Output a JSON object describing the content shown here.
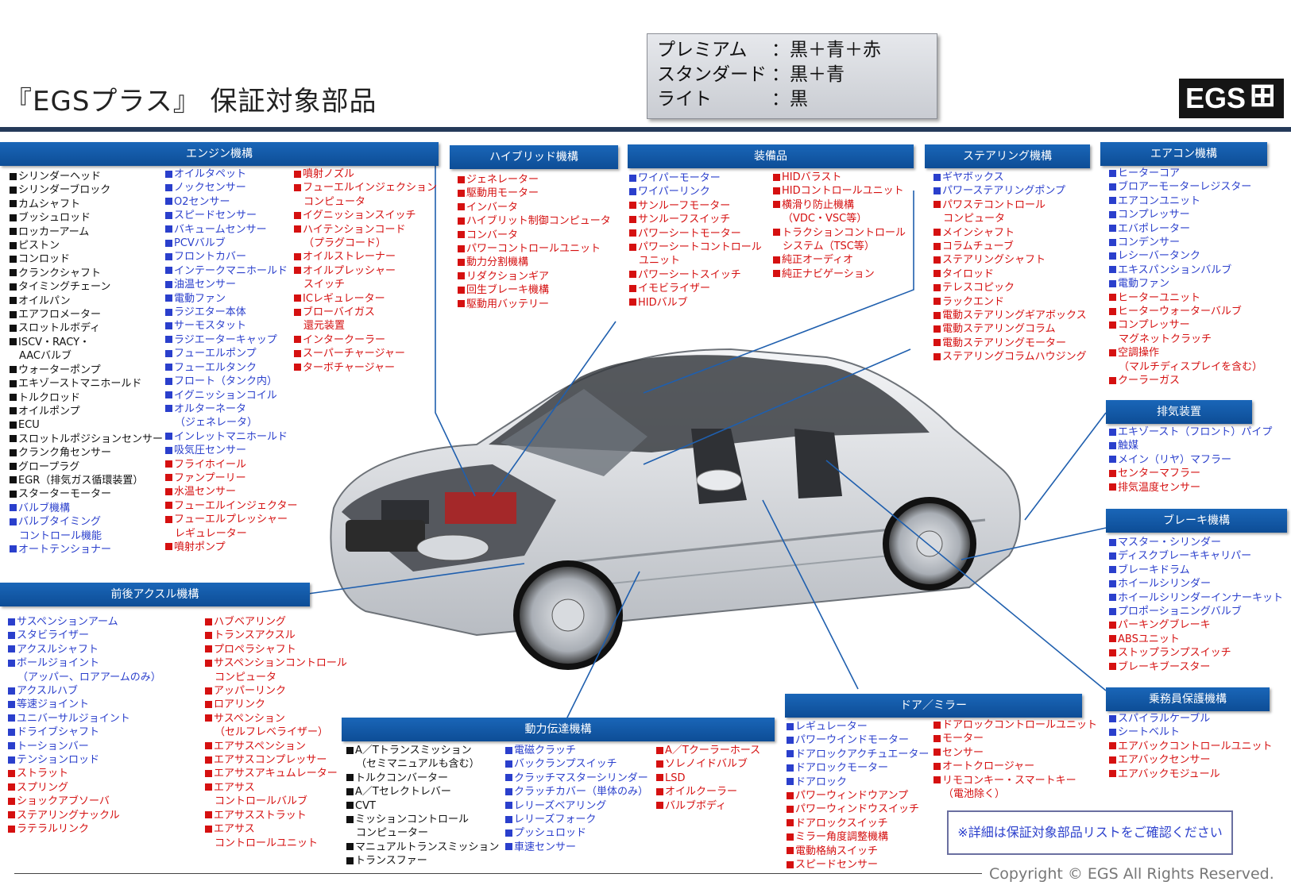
{
  "title": "『EGSプラス』 保証対象部品",
  "legend": [
    {
      "key": "プレミアム",
      "value": "：黒＋青＋赤"
    },
    {
      "key": "スタンダード",
      "value": "：黒＋青"
    },
    {
      "key": "ライト",
      "value": "：黒"
    }
  ],
  "logo": {
    "text": "EGS",
    "icon": "plus-car-icon"
  },
  "colors": {
    "black": "#111111",
    "blue": "#2a3fcc",
    "red": "#d51010",
    "header": "#1a5fad",
    "rule": "#253a5a"
  },
  "sections": {
    "engine": {
      "title": "エンジン機構",
      "cols": [
        [
          [
            "k",
            "シリンダーヘッド"
          ],
          [
            "k",
            "シリンダーブロック"
          ],
          [
            "k",
            "カムシャフト"
          ],
          [
            "k",
            "ブッシュロッド"
          ],
          [
            "k",
            "ロッカーアーム"
          ],
          [
            "k",
            "ピストン"
          ],
          [
            "k",
            "コンロッド"
          ],
          [
            "k",
            "クランクシャフト"
          ],
          [
            "k",
            "タイミングチェーン"
          ],
          [
            "k",
            "オイルパン"
          ],
          [
            "k",
            "エアフロメーター"
          ],
          [
            "k",
            "スロットルボディ"
          ],
          [
            "k",
            "ISCV・RACY・"
          ],
          [
            "kc",
            "AACバルブ"
          ],
          [
            "k",
            "ウォーターポンプ"
          ],
          [
            "k",
            "エキゾーストマニホールド"
          ],
          [
            "k",
            "トルクロッド"
          ],
          [
            "k",
            "オイルポンプ"
          ],
          [
            "k",
            "ECU"
          ],
          [
            "k",
            "スロットルポジションセンサー"
          ],
          [
            "k",
            "クランク角センサー"
          ],
          [
            "k",
            "グロープラグ"
          ],
          [
            "k",
            "EGR（排気ガス循環装置）"
          ],
          [
            "k",
            "スターターモーター"
          ],
          [
            "b",
            "バルブ機構"
          ],
          [
            "b",
            "バルブタイミング"
          ],
          [
            "bc",
            "コントロール機能"
          ],
          [
            "b",
            "オートテンショナー"
          ]
        ],
        [
          [
            "b",
            "オイルタペット"
          ],
          [
            "b",
            "ノックセンサー"
          ],
          [
            "b",
            "O2センサー"
          ],
          [
            "b",
            "スピードセンサー"
          ],
          [
            "b",
            "バキュームセンサー"
          ],
          [
            "b",
            "PCVバルブ"
          ],
          [
            "b",
            "フロントカバー"
          ],
          [
            "b",
            "インテークマニホールド"
          ],
          [
            "b",
            "油温センサー"
          ],
          [
            "b",
            "電動ファン"
          ],
          [
            "b",
            "ラジエター本体"
          ],
          [
            "b",
            "サーモスタット"
          ],
          [
            "b",
            "ラジエーターキャップ"
          ],
          [
            "b",
            "フューエルポンプ"
          ],
          [
            "b",
            "フューエルタンク"
          ],
          [
            "b",
            "フロート（タンク内）"
          ],
          [
            "b",
            "イグニッションコイル"
          ],
          [
            "b",
            "オルターネータ"
          ],
          [
            "bc",
            "（ジェネレータ）"
          ],
          [
            "b",
            "インレットマニホールド"
          ],
          [
            "b",
            "吸気圧センサー"
          ],
          [
            "r",
            "フライホイール"
          ],
          [
            "r",
            "ファンプーリー"
          ],
          [
            "r",
            "水温センサー"
          ],
          [
            "r",
            "フューエルインジェクター"
          ],
          [
            "r",
            "フューエルプレッシャー"
          ],
          [
            "rc",
            "レギュレーター"
          ],
          [
            "r",
            "噴射ポンプ"
          ]
        ],
        [
          [
            "r",
            "噴射ノズル"
          ],
          [
            "r",
            "フューエルインジェクション"
          ],
          [
            "rc",
            "コンピュータ"
          ],
          [
            "r",
            "イグニッションスイッチ"
          ],
          [
            "r",
            "ハイテンションコード"
          ],
          [
            "rc",
            "（プラグコード）"
          ],
          [
            "r",
            "オイルストレーナー"
          ],
          [
            "r",
            "オイルプレッシャー"
          ],
          [
            "rc",
            "スイッチ"
          ],
          [
            "r",
            "ICレギュレーター"
          ],
          [
            "r",
            "ブローバイガス"
          ],
          [
            "rc",
            "還元装置"
          ],
          [
            "r",
            "インタークーラー"
          ],
          [
            "r",
            "スーパーチャージャー"
          ],
          [
            "r",
            "ターボチャージャー"
          ]
        ]
      ]
    },
    "hybrid": {
      "title": "ハイブリッド機構",
      "cols": [
        [
          [
            "r",
            "ジェネレーター"
          ],
          [
            "r",
            "駆動用モーター"
          ],
          [
            "r",
            "インバータ"
          ],
          [
            "r",
            "ハイブリット制御コンピュータ"
          ],
          [
            "r",
            "コンバータ"
          ],
          [
            "r",
            "パワーコントロールユニット"
          ],
          [
            "r",
            "動力分割機構"
          ],
          [
            "r",
            "リダクションギア"
          ],
          [
            "r",
            "回生ブレーキ機構"
          ],
          [
            "r",
            "駆動用バッテリー"
          ]
        ]
      ]
    },
    "equipment": {
      "title": "装備品",
      "cols": [
        [
          [
            "b",
            "ワイパーモーター"
          ],
          [
            "b",
            "ワイパーリンク"
          ],
          [
            "r",
            "サンルーフモーター"
          ],
          [
            "r",
            "サンルーフスイッチ"
          ],
          [
            "r",
            "パワーシートモーター"
          ],
          [
            "r",
            "パワーシートコントロール"
          ],
          [
            "rc",
            "ユニット"
          ],
          [
            "r",
            "パワーシートスイッチ"
          ],
          [
            "r",
            "イモビライザー"
          ],
          [
            "r",
            "HIDバルブ"
          ]
        ],
        [
          [
            "r",
            "HIDバラスト"
          ],
          [
            "r",
            "HIDコントロールユニット"
          ],
          [
            "r",
            "横滑り防止機構"
          ],
          [
            "rc",
            "（VDC・VSC等）"
          ],
          [
            "r",
            "トラクションコントロール"
          ],
          [
            "rc",
            "システム（TSC等）"
          ],
          [
            "r",
            "純正オーディオ"
          ],
          [
            "r",
            "純正ナビゲーション"
          ]
        ]
      ]
    },
    "steering": {
      "title": "ステアリング機構",
      "cols": [
        [
          [
            "b",
            "ギヤボックス"
          ],
          [
            "b",
            "パワーステアリングポンプ"
          ],
          [
            "r",
            "パワステコントロール"
          ],
          [
            "rc",
            "コンピュータ"
          ],
          [
            "r",
            "メインシャフト"
          ],
          [
            "r",
            "コラムチューブ"
          ],
          [
            "r",
            "ステアリングシャフト"
          ],
          [
            "r",
            "タイロッド"
          ],
          [
            "r",
            "テレスコピック"
          ],
          [
            "r",
            "ラックエンド"
          ],
          [
            "r",
            "電動ステアリングギアボックス"
          ],
          [
            "r",
            "電動ステアリングコラム"
          ],
          [
            "r",
            "電動ステアリングモーター"
          ],
          [
            "r",
            "ステアリングコラムハウジング"
          ]
        ]
      ]
    },
    "aircon": {
      "title": "エアコン機構",
      "cols": [
        [
          [
            "b",
            "ヒーターコア"
          ],
          [
            "b",
            "ブロアーモーターレジスター"
          ],
          [
            "b",
            "エアコンユニット"
          ],
          [
            "b",
            "コンプレッサー"
          ],
          [
            "b",
            "エバポレーター"
          ],
          [
            "b",
            "コンデンサー"
          ],
          [
            "b",
            "レシーバータンク"
          ],
          [
            "b",
            "エキスパンションバルブ"
          ],
          [
            "b",
            "電動ファン"
          ],
          [
            "r",
            "ヒーターユニット"
          ],
          [
            "r",
            "ヒーターウォーターバルブ"
          ],
          [
            "r",
            "コンプレッサー"
          ],
          [
            "rc",
            "マグネットクラッチ"
          ],
          [
            "r",
            "空調操作"
          ],
          [
            "rc",
            "（マルチディスプレイを含む）"
          ],
          [
            "r",
            "クーラーガス"
          ]
        ]
      ]
    },
    "exhaust": {
      "title": "排気装置",
      "cols": [
        [
          [
            "b",
            "エキゾースト（フロント）パイプ"
          ],
          [
            "b",
            "触媒"
          ],
          [
            "b",
            "メイン（リヤ）マフラー"
          ],
          [
            "r",
            "センターマフラー"
          ],
          [
            "r",
            "排気温度センサー"
          ]
        ]
      ]
    },
    "brake": {
      "title": "ブレーキ機構",
      "cols": [
        [
          [
            "b",
            "マスター・シリンダー"
          ],
          [
            "b",
            "ディスクブレーキキャリパー"
          ],
          [
            "b",
            "ブレーキドラム"
          ],
          [
            "b",
            "ホイールシリンダー"
          ],
          [
            "b",
            "ホイールシリンダーインナーキット"
          ],
          [
            "b",
            "プロポーショニングバルブ"
          ],
          [
            "r",
            "パーキングブレーキ"
          ],
          [
            "r",
            "ABSユニット"
          ],
          [
            "r",
            "ストップランプスイッチ"
          ],
          [
            "r",
            "ブレーキブースター"
          ]
        ]
      ]
    },
    "axle": {
      "title": "前後アクスル機構",
      "cols": [
        [
          [
            "b",
            "サスペンションアーム"
          ],
          [
            "b",
            "スタビライザー"
          ],
          [
            "b",
            "アクスルシャフト"
          ],
          [
            "b",
            "ボールジョイント"
          ],
          [
            "bc",
            "（アッパー、ロアアームのみ）"
          ],
          [
            "b",
            "アクスルハブ"
          ],
          [
            "b",
            "等速ジョイント"
          ],
          [
            "b",
            "ユニバーサルジョイント"
          ],
          [
            "b",
            "ドライブシャフト"
          ],
          [
            "b",
            "トーションバー"
          ],
          [
            "b",
            "テンションロッド"
          ],
          [
            "r",
            "ストラット"
          ],
          [
            "r",
            "スプリング"
          ],
          [
            "r",
            "ショックアブソーバ"
          ],
          [
            "r",
            "ステアリングナックル"
          ],
          [
            "r",
            "ラテラルリンク"
          ]
        ],
        [
          [
            "r",
            "ハブベアリング"
          ],
          [
            "r",
            "トランスアクスル"
          ],
          [
            "r",
            "プロペラシャフト"
          ],
          [
            "r",
            "サスペンションコントロール"
          ],
          [
            "rc",
            "コンピュータ"
          ],
          [
            "r",
            "アッパーリンク"
          ],
          [
            "r",
            "ロアリンク"
          ],
          [
            "r",
            "サスペンション"
          ],
          [
            "rc",
            "（セルフレベライザー）"
          ],
          [
            "r",
            "エアサスペンション"
          ],
          [
            "r",
            "エアサスコンプレッサー"
          ],
          [
            "r",
            "エアサスアキュムレーター"
          ],
          [
            "r",
            "エアサス"
          ],
          [
            "rc",
            "コントロールバルブ"
          ],
          [
            "r",
            "エアサスストラット"
          ],
          [
            "r",
            "エアサス"
          ],
          [
            "rc",
            "コントロールユニット"
          ]
        ]
      ]
    },
    "drivetrain": {
      "title": "動力伝達機構",
      "cols": [
        [
          [
            "k",
            "A／Tトランスミッション"
          ],
          [
            "kc",
            "（セミマニュアルも含む）"
          ],
          [
            "k",
            "トルクコンバーター"
          ],
          [
            "k",
            "A／Tセレクトレバー"
          ],
          [
            "k",
            "CVT"
          ],
          [
            "k",
            "ミッションコントロール"
          ],
          [
            "kc",
            "コンピューター"
          ],
          [
            "k",
            "マニュアルトランスミッション"
          ],
          [
            "k",
            "トランスファー"
          ]
        ],
        [
          [
            "b",
            "電磁クラッチ"
          ],
          [
            "b",
            "バックランプスイッチ"
          ],
          [
            "b",
            "クラッチマスターシリンダー"
          ],
          [
            "b",
            "クラッチカバー（単体のみ）"
          ],
          [
            "b",
            "レリーズベアリング"
          ],
          [
            "b",
            "レリーズフォーク"
          ],
          [
            "b",
            "プッシュロッド"
          ],
          [
            "b",
            "車速センサー"
          ]
        ],
        [
          [
            "r",
            "A／Tクーラーホース"
          ],
          [
            "r",
            "ソレノイドバルブ"
          ],
          [
            "r",
            "LSD"
          ],
          [
            "r",
            "オイルクーラー"
          ],
          [
            "r",
            "バルブボディ"
          ]
        ]
      ]
    },
    "door": {
      "title": "ドア／ミラー",
      "cols": [
        [
          [
            "b",
            "レギュレーター"
          ],
          [
            "b",
            "パワーウインドモーター"
          ],
          [
            "b",
            "ドアロックアクチュエーター"
          ],
          [
            "b",
            "ドアロックモーター"
          ],
          [
            "b",
            "ドアロック"
          ],
          [
            "r",
            "パワーウィンドウアンプ"
          ],
          [
            "r",
            "パワーウィンドウスイッチ"
          ],
          [
            "r",
            "ドアロックスイッチ"
          ],
          [
            "r",
            "ミラー角度調整機構"
          ],
          [
            "r",
            "電動格納スイッチ"
          ],
          [
            "r",
            "スピードセンサー"
          ]
        ],
        [
          [
            "r",
            "ドアロックコントロールユニット"
          ],
          [
            "r",
            "モーター"
          ],
          [
            "r",
            "センサー"
          ],
          [
            "r",
            "オートクロージャー"
          ],
          [
            "r",
            "リモコンキー・スマートキー"
          ],
          [
            "rc",
            "（電池除く）"
          ]
        ]
      ]
    },
    "occupant": {
      "title": "乗務員保護機構",
      "cols": [
        [
          [
            "b",
            "スパイラルケーブル"
          ],
          [
            "b",
            "シートベルト"
          ],
          [
            "r",
            "エアバックコントロールユニット"
          ],
          [
            "r",
            "エアバックセンサー"
          ],
          [
            "r",
            "エアバックモジュール"
          ]
        ]
      ]
    }
  },
  "note": "※詳細は保証対象部品リストをご確認ください",
  "copyright": "Copyright  © EGS All Rights Reserved."
}
